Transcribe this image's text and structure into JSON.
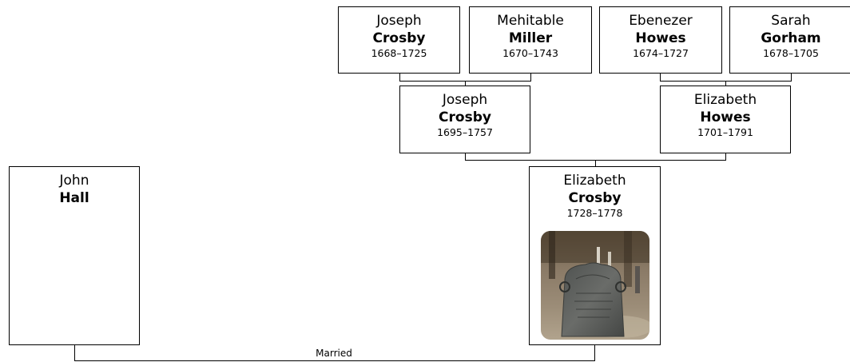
{
  "tree": {
    "great_grandparents": [
      {
        "first": "Joseph",
        "last": "Crosby",
        "dates": "1668–1725"
      },
      {
        "first": "Mehitable",
        "last": "Miller",
        "dates": "1670–1743"
      },
      {
        "first": "Ebenezer",
        "last": "Howes",
        "dates": "1674–1727"
      },
      {
        "first": "Sarah",
        "last": "Gorham",
        "dates": "1678–1705"
      }
    ],
    "grandparents": [
      {
        "first": "Joseph",
        "last": "Crosby",
        "dates": "1695–1757"
      },
      {
        "first": "Elizabeth",
        "last": "Howes",
        "dates": "1701–1791"
      }
    ],
    "subject": {
      "first": "Elizabeth",
      "last": "Crosby",
      "dates": "1728–1778",
      "photo": "gravestone photo"
    },
    "spouse": {
      "first": "John",
      "last": "Hall"
    },
    "marriage_label": "Married"
  }
}
